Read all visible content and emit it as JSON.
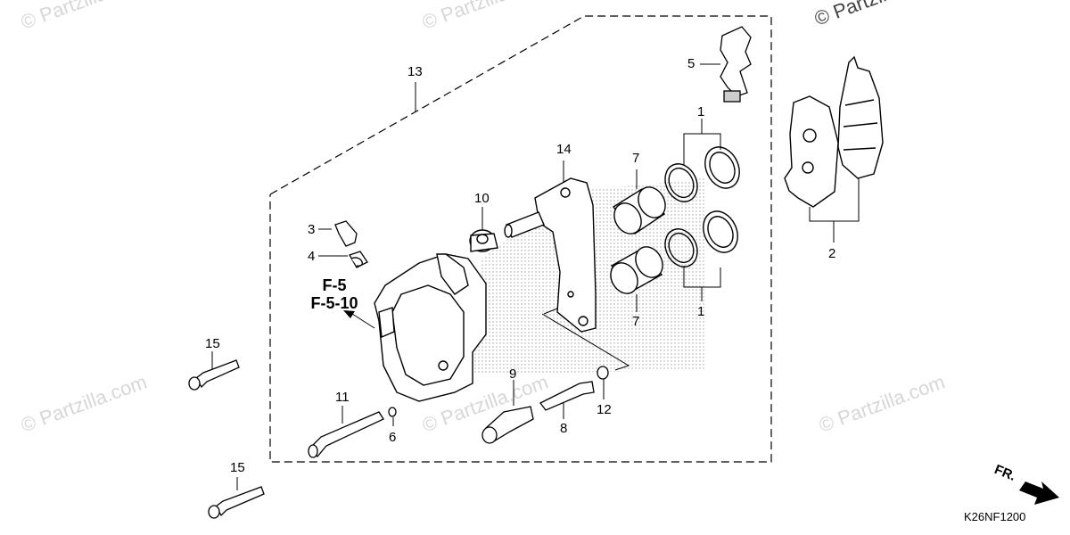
{
  "watermark": "© Partzilla.com",
  "callouts": {
    "c1a": "1",
    "c1b": "1",
    "c2": "2",
    "c3": "3",
    "c4": "4",
    "c5": "5",
    "c6": "6",
    "c7a": "7",
    "c7b": "7",
    "c8": "8",
    "c9": "9",
    "c10": "10",
    "c11": "11",
    "c12": "12",
    "c13": "13",
    "c14": "14",
    "c15a": "15",
    "c15b": "15"
  },
  "reference": {
    "line1": "F-5",
    "line2": "F-5-10"
  },
  "direction_label": "FR.",
  "diagram_code": "K26NF1200"
}
